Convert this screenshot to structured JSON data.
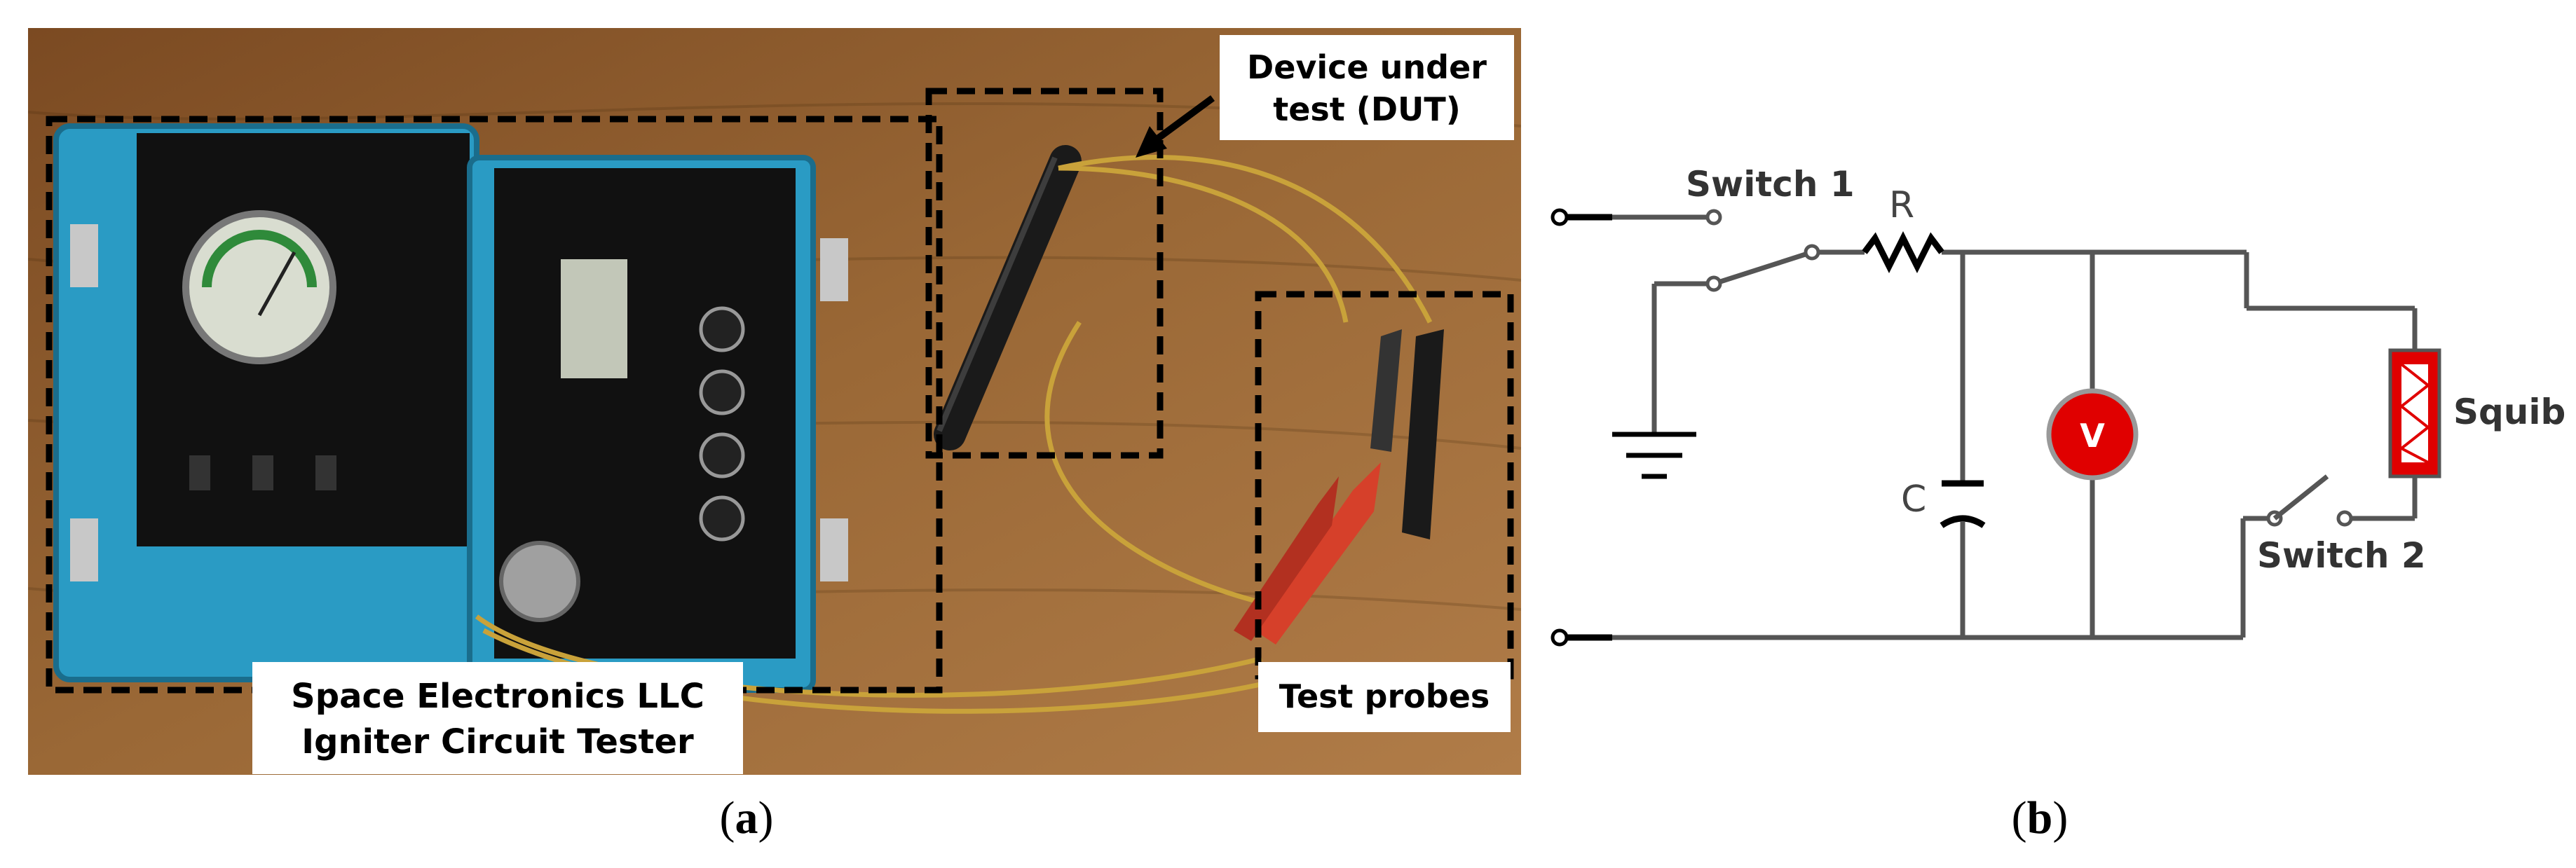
{
  "photo": {
    "labels": {
      "dut_line1": "Device under",
      "dut_line2": "test (DUT)",
      "tester_line1": "Space Electronics LLC",
      "tester_line2": "Igniter Circuit Tester",
      "probes": "Test probes"
    },
    "colors": {
      "table": "#8a5a2e",
      "case": "#2a9bc4",
      "panel": "#111111",
      "wire": "#c9a23a",
      "clip": "#d6402a"
    }
  },
  "circuit": {
    "labels": {
      "switch1": "Switch 1",
      "resistor": "R",
      "capacitor": "C",
      "voltmeter": "V",
      "squib": "Squib",
      "switch2": "Switch 2"
    },
    "colors": {
      "wire": "#555555",
      "meter": "#e00000",
      "squib": "#e00000"
    }
  },
  "captions": {
    "a_open": "(",
    "a_letter": "a",
    "a_close": ")",
    "b_open": "(",
    "b_letter": "b",
    "b_close": ")"
  }
}
